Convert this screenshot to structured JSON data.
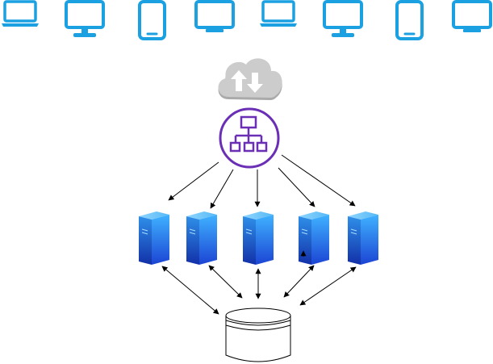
{
  "diagram": {
    "type": "load-balanced server architecture",
    "colors": {
      "device_blue": "#1ba1e2",
      "cloud_grey": "#c8c8c8",
      "cloud_shadow": "#aaaaaa",
      "balancer_purple": "#6a2fb5",
      "server_light": "#48b6ff",
      "server_dark": "#1a3fd0",
      "arrow": "#000000",
      "database_stroke": "#000000"
    },
    "devices": [
      {
        "kind": "laptop",
        "icon": "laptop-icon"
      },
      {
        "kind": "monitor",
        "icon": "monitor-icon"
      },
      {
        "kind": "tablet",
        "icon": "tablet-icon"
      },
      {
        "kind": "display",
        "icon": "display-icon"
      },
      {
        "kind": "laptop",
        "icon": "laptop-icon"
      },
      {
        "kind": "monitor",
        "icon": "monitor-icon"
      },
      {
        "kind": "tablet",
        "icon": "tablet-icon"
      },
      {
        "kind": "display",
        "icon": "display-icon"
      }
    ],
    "cloud": {
      "icon": "cloud-upload-download-icon"
    },
    "load_balancer": {
      "icon": "load-balancer-icon"
    },
    "servers": [
      {
        "icon": "server-icon"
      },
      {
        "icon": "server-icon"
      },
      {
        "icon": "server-icon"
      },
      {
        "icon": "server-icon"
      },
      {
        "icon": "server-icon"
      }
    ],
    "database": {
      "icon": "database-icon"
    }
  }
}
